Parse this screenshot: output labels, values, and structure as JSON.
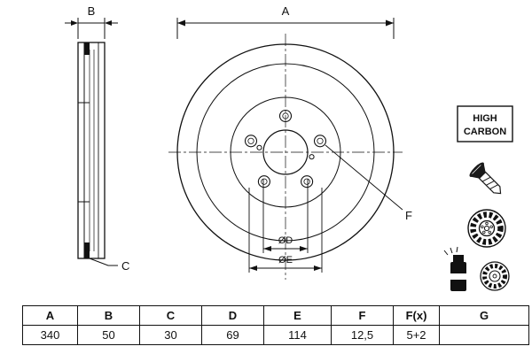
{
  "diagram": {
    "dim_a": "A",
    "dim_b": "B",
    "dim_c": "C",
    "dim_f": "F",
    "dim_d": "ØD",
    "dim_e": "ØE",
    "badge": {
      "line1": "HIGH",
      "line2": "CARBON"
    },
    "ink_color": "#111111"
  },
  "table": {
    "headers": [
      "A",
      "B",
      "C",
      "D",
      "E",
      "F",
      "F(x)",
      "G"
    ],
    "values": [
      "340",
      "50",
      "30",
      "69",
      "114",
      "12,5",
      "5+2",
      ""
    ]
  }
}
